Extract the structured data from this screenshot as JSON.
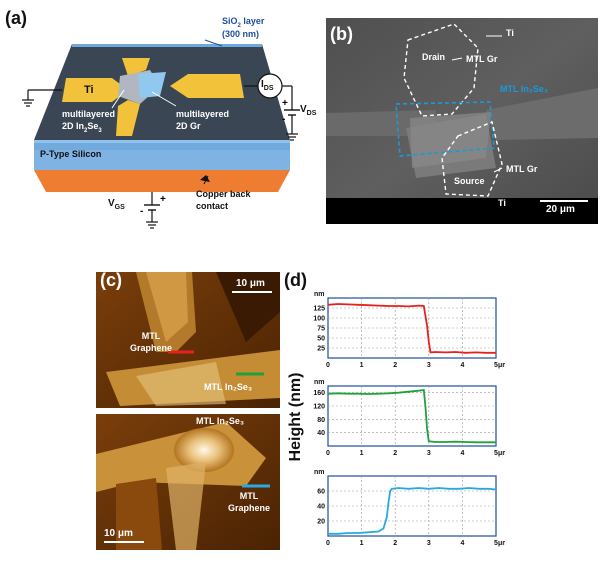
{
  "panel_a": {
    "label": "(a)",
    "sio2_text": "SiO",
    "sio2_sub": "2",
    "sio2_text2": " layer",
    "sio2_thickness": "(300 nm)",
    "ti": "Ti",
    "ids_main": "I",
    "ids_sub": "DS",
    "vds_main": "V",
    "vds_sub": "DS",
    "in2se3_line1": "multilayered",
    "in2se3_line2a": "2D In",
    "in2se3_sub1": "2",
    "in2se3_line2b": "Se",
    "in2se3_sub2": "3",
    "gr_line1": "multilayered",
    "gr_line2": "2D Gr",
    "silicon": "P-Type Silicon",
    "vgs_main": "V",
    "vgs_sub": "GS",
    "copper_line1": "Copper back",
    "copper_line2": "contact",
    "plus": "+",
    "minus": "-"
  },
  "panel_b": {
    "label": "(b)",
    "ti_top": "Ti",
    "drain": "Drain",
    "mtl_gr_top": "MTL Gr",
    "mtl_in2se3": "MTL In₂Se₃",
    "mtl_gr_bottom": "MTL Gr",
    "source": "Source",
    "ti_bottom": "Ti",
    "scale": "20 μm"
  },
  "panel_c": {
    "label": "(c)",
    "scale_top": "10 μm",
    "graphene_top_1": "MTL",
    "graphene_top_2": "Graphene",
    "in2se3_top": "MTL In₂Se₃",
    "in2se3_bottom": "MTL In₂Se₃",
    "graphene_bottom_1": "MTL",
    "graphene_bottom_2": "Graphene",
    "scale_bottom": "10 μm"
  },
  "panel_d": {
    "label": "(d)",
    "ylabel": "Height (nm)",
    "unit_y": "nm",
    "unit_x": "μm"
  },
  "colors": {
    "profile_red": "#e8211e",
    "profile_green": "#21a13a",
    "profile_blue": "#29a9e0",
    "axis_frame": "#1f4e9c",
    "dashed_outline": "#ffffff",
    "in2se3_outline": "#1a9ad6"
  },
  "chart_data": [
    {
      "type": "line",
      "name": "red",
      "x_unit": "μm",
      "y_unit": "nm",
      "xlim": [
        0,
        5
      ],
      "ylim": [
        0,
        150
      ],
      "xticks": [
        "0",
        "1",
        "2",
        "3",
        "4",
        "5"
      ],
      "yticks": [
        "25",
        "50",
        "75",
        "100",
        "125"
      ],
      "x": [
        0,
        0.3,
        0.6,
        0.9,
        1.2,
        1.5,
        1.8,
        2.1,
        2.4,
        2.7,
        2.85,
        2.95,
        3.0,
        3.05,
        3.2,
        3.5,
        3.8,
        4.1,
        4.4,
        4.7,
        5.0
      ],
      "y": [
        133,
        135,
        134,
        133,
        132,
        131,
        130,
        130,
        129,
        131,
        130,
        80,
        40,
        14,
        15,
        14,
        15,
        13,
        14,
        13,
        13
      ]
    },
    {
      "type": "line",
      "name": "green",
      "x_unit": "μm",
      "y_unit": "nm",
      "xlim": [
        0,
        5
      ],
      "ylim": [
        0,
        180
      ],
      "xticks": [
        "0",
        "1",
        "2",
        "3",
        "4",
        "5"
      ],
      "yticks": [
        "40",
        "80",
        "120",
        "160"
      ],
      "x": [
        0,
        0.3,
        0.6,
        0.9,
        1.2,
        1.5,
        1.8,
        2.1,
        2.4,
        2.7,
        2.85,
        2.9,
        2.95,
        3.0,
        3.2,
        3.5,
        3.8,
        4.1,
        4.4,
        4.7,
        5.0
      ],
      "y": [
        157,
        158,
        157,
        157,
        156,
        157,
        158,
        160,
        163,
        166,
        168,
        120,
        50,
        14,
        12,
        12,
        13,
        12,
        11,
        11,
        11
      ]
    },
    {
      "type": "line",
      "name": "blue",
      "x_unit": "μm",
      "y_unit": "nm",
      "xlim": [
        0,
        5
      ],
      "ylim": [
        0,
        80
      ],
      "xticks": [
        "0",
        "1",
        "2",
        "3",
        "4",
        "5"
      ],
      "yticks": [
        "20",
        "40",
        "60"
      ],
      "x": [
        0,
        0.3,
        0.6,
        0.9,
        1.2,
        1.5,
        1.65,
        1.75,
        1.8,
        1.85,
        1.9,
        2.1,
        2.4,
        2.7,
        3.0,
        3.3,
        3.6,
        3.9,
        4.2,
        4.5,
        4.8,
        5.0
      ],
      "y": [
        3,
        3,
        4,
        4,
        5,
        6,
        10,
        25,
        45,
        60,
        63,
        64,
        63,
        64,
        63,
        64,
        63,
        63,
        64,
        63,
        63,
        62
      ]
    }
  ]
}
